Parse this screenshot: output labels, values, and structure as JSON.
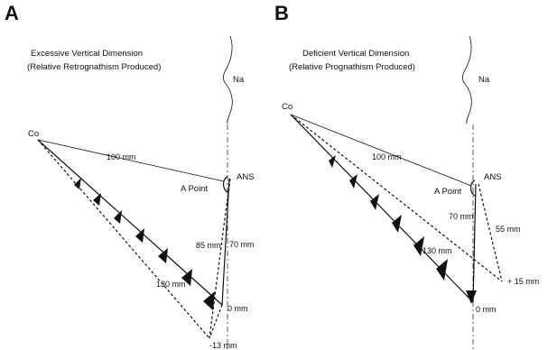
{
  "panels": [
    {
      "letter": "A",
      "title_line1": "Excessive Vertical Dimension",
      "title_line2": "(Relative Retrognathism Produced)",
      "labels": {
        "co": "Co",
        "na": "Na",
        "ans": "ANS",
        "a_point": "A Point",
        "d100": "100 mm",
        "d85": "85 mm",
        "d70": "70 mm",
        "d130": "130 mm",
        "zero": "0 mm",
        "change": "-13 mm"
      }
    },
    {
      "letter": "B",
      "title_line1": "Deficient Vertical Dimension",
      "title_line2": "(Relative Prognathism Produced)",
      "labels": {
        "co": "Co",
        "na": "Na",
        "ans": "ANS",
        "a_point": "A Point",
        "d100": "100 mm",
        "d70": "70 mm",
        "d55": "55 mm",
        "d130": "130 mm",
        "zero": "0 mm",
        "change": "+ 15 mm"
      }
    }
  ]
}
